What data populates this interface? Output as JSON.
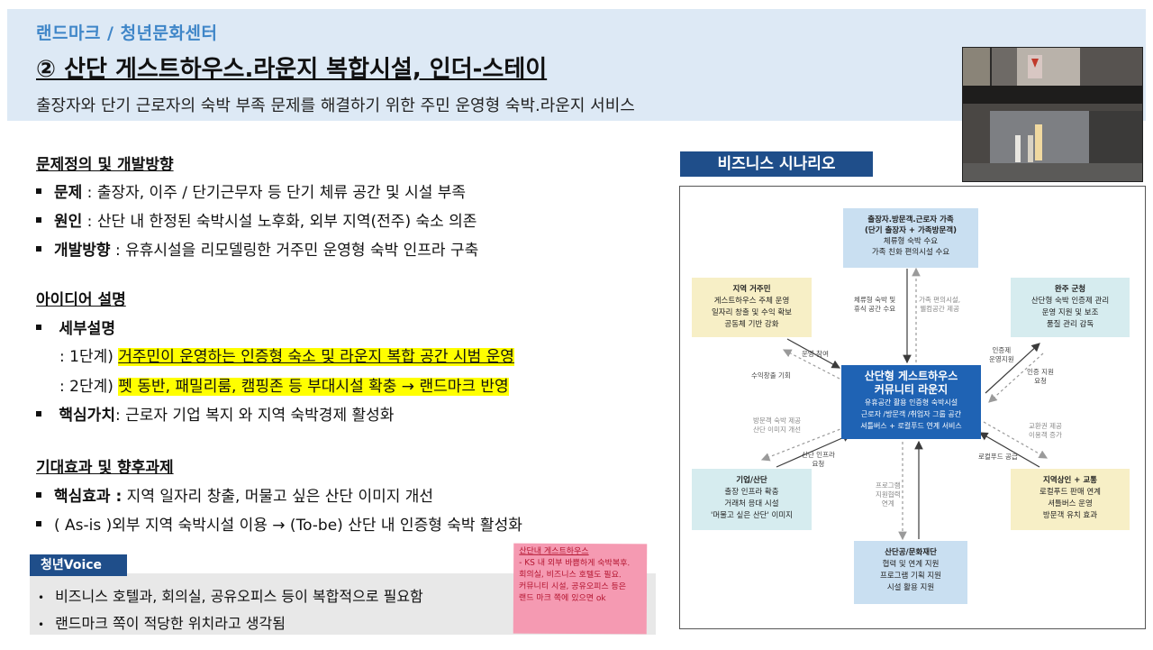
{
  "header": {
    "breadcrumb": "랜드마크 / 청년문화센터",
    "title": "② 산단 게스트하우스.라운지 복합시설, 인더-스테이",
    "subtitle": "출장자와 단기 근로자의 숙박 부족 문제를 해결하기 위한 주민 운영형 숙박.라운지 서비스"
  },
  "problem": {
    "heading": "문제정의 및 개발방향",
    "items": [
      {
        "label": "문제",
        "sep": " : ",
        "text": "출장자, 이주 / 단기근무자 등 단기 체류 공간 및 시설 부족"
      },
      {
        "label": "원인",
        "sep": " : ",
        "text": "산단 내 한정된 숙박시설 노후화, 외부 지역(전주) 숙소 의존"
      },
      {
        "label": "개발방향",
        "sep": " : ",
        "text": "유휴시설을 리모델링한 거주민 운영형 숙박 인프라 구축"
      }
    ]
  },
  "idea": {
    "heading": "아이디어 설명",
    "detail_label": "세부설명",
    "step1_prefix": ": 1단계)",
    "step1_text": "거주민이 운영하는 인증형 숙소 및 라운지 복합 공간 시범 운영",
    "step2_prefix": ": 2단계)",
    "step2_text": "펫 동반, 패밀리룸, 캠핑존 등 부대시설 확충 → 랜드마크 반영",
    "core_label": "핵심가치",
    "core_text": ": 근로자 기업 복지 와 지역 숙박경제  활성화"
  },
  "effect": {
    "heading": "기대효과 및 향후과제",
    "core_label": "핵심효과 :",
    "core_text": " 지역 일자리 창출, 머물고 싶은 산단 이미지 개선",
    "asis_text": "( As-is )외부 지역 숙박시설 이용 → (To-be) 산단 내 인증형 숙박 활성화"
  },
  "voice": {
    "tag": "청년Voice",
    "items": [
      "비즈니스 호텔과, 회의실, 공유오피스 등이 복합적으로 필요함",
      "랜드마크 쪽이 적당한 위치라고 생각됨"
    ],
    "sticky": [
      "산단내 게스트하우스",
      "- KS 내 외부 바쁨하게 숙박복후.",
      "회의실, 비즈니스 호텔도 필요.",
      "커뮤니티 시설, 공유오피스 등은",
      "랜드 마크 쪽에 있으면 ok"
    ]
  },
  "scenario": {
    "title": "비즈니스 시나리오",
    "top": {
      "title": "출장자.방문객.근로자 가족",
      "l2": "(단기 출장자 + 가족방문객)",
      "l3": "체류형 숙박 수요",
      "l4": "가족 친화 편의시설 수요"
    },
    "left_top": {
      "title": "지역 거주민",
      "l2": "게스트하우스 주체 운영",
      "l3": "일자리 창출 및 수익 확보",
      "l4": "공동체 기반 강화"
    },
    "right_top": {
      "title": "완주 군청",
      "l2": "산단형 숙박 인증제 관리",
      "l3": "운영 지원 및 보조",
      "l4": "품질 관리 감독"
    },
    "center": {
      "title": "산단형 게스트하우스",
      "l2": "커뮤니티 라운지",
      "l3": "유휴공간 활용 인증형 숙박시설",
      "l4": "근로자 /방문객 /취업자 그룹 공간",
      "l5": "셔틀버스 + 로컬푸드 연계 서비스"
    },
    "left_bottom": {
      "title": "기업/산단",
      "l2": "출장 인프라 확충",
      "l3": "거래처 응대 시설",
      "l4": "'머물고 싶은 산단' 이미지"
    },
    "right_bottom": {
      "title": "지역상인 + 교통",
      "l2": "로컬푸드 판매 연계",
      "l3": "셔틀버스 운영",
      "l4": "방문객 유치 효과"
    },
    "bottom": {
      "title": "산단공/문화재단",
      "l2": "협력 및 연계 지원",
      "l3": "프로그램 기획 지원",
      "l4": "시설 활용 지원"
    },
    "edges": {
      "top_a": [
        "체류형 숙박 및",
        "휴식 공간 수요"
      ],
      "top_b": [
        "가족 편의시설,",
        "웰컴공간 제공"
      ],
      "lt_a": "운영 참여",
      "lt_b": "수익창출 기회",
      "rt_a": [
        "인증제",
        "운영지원"
      ],
      "rt_b": [
        "인증 지원",
        "요청"
      ],
      "lb_a": [
        "방문객 숙박 제공",
        "산단 이미지 개선"
      ],
      "lb_b": [
        "산단 인프라",
        "요청"
      ],
      "rb_a": [
        "교환권 제공",
        "이용객 증가"
      ],
      "rb_b": "로컬푸드 공급",
      "bottom_a": [
        "프로그램",
        "지원협력",
        "연계"
      ]
    }
  }
}
